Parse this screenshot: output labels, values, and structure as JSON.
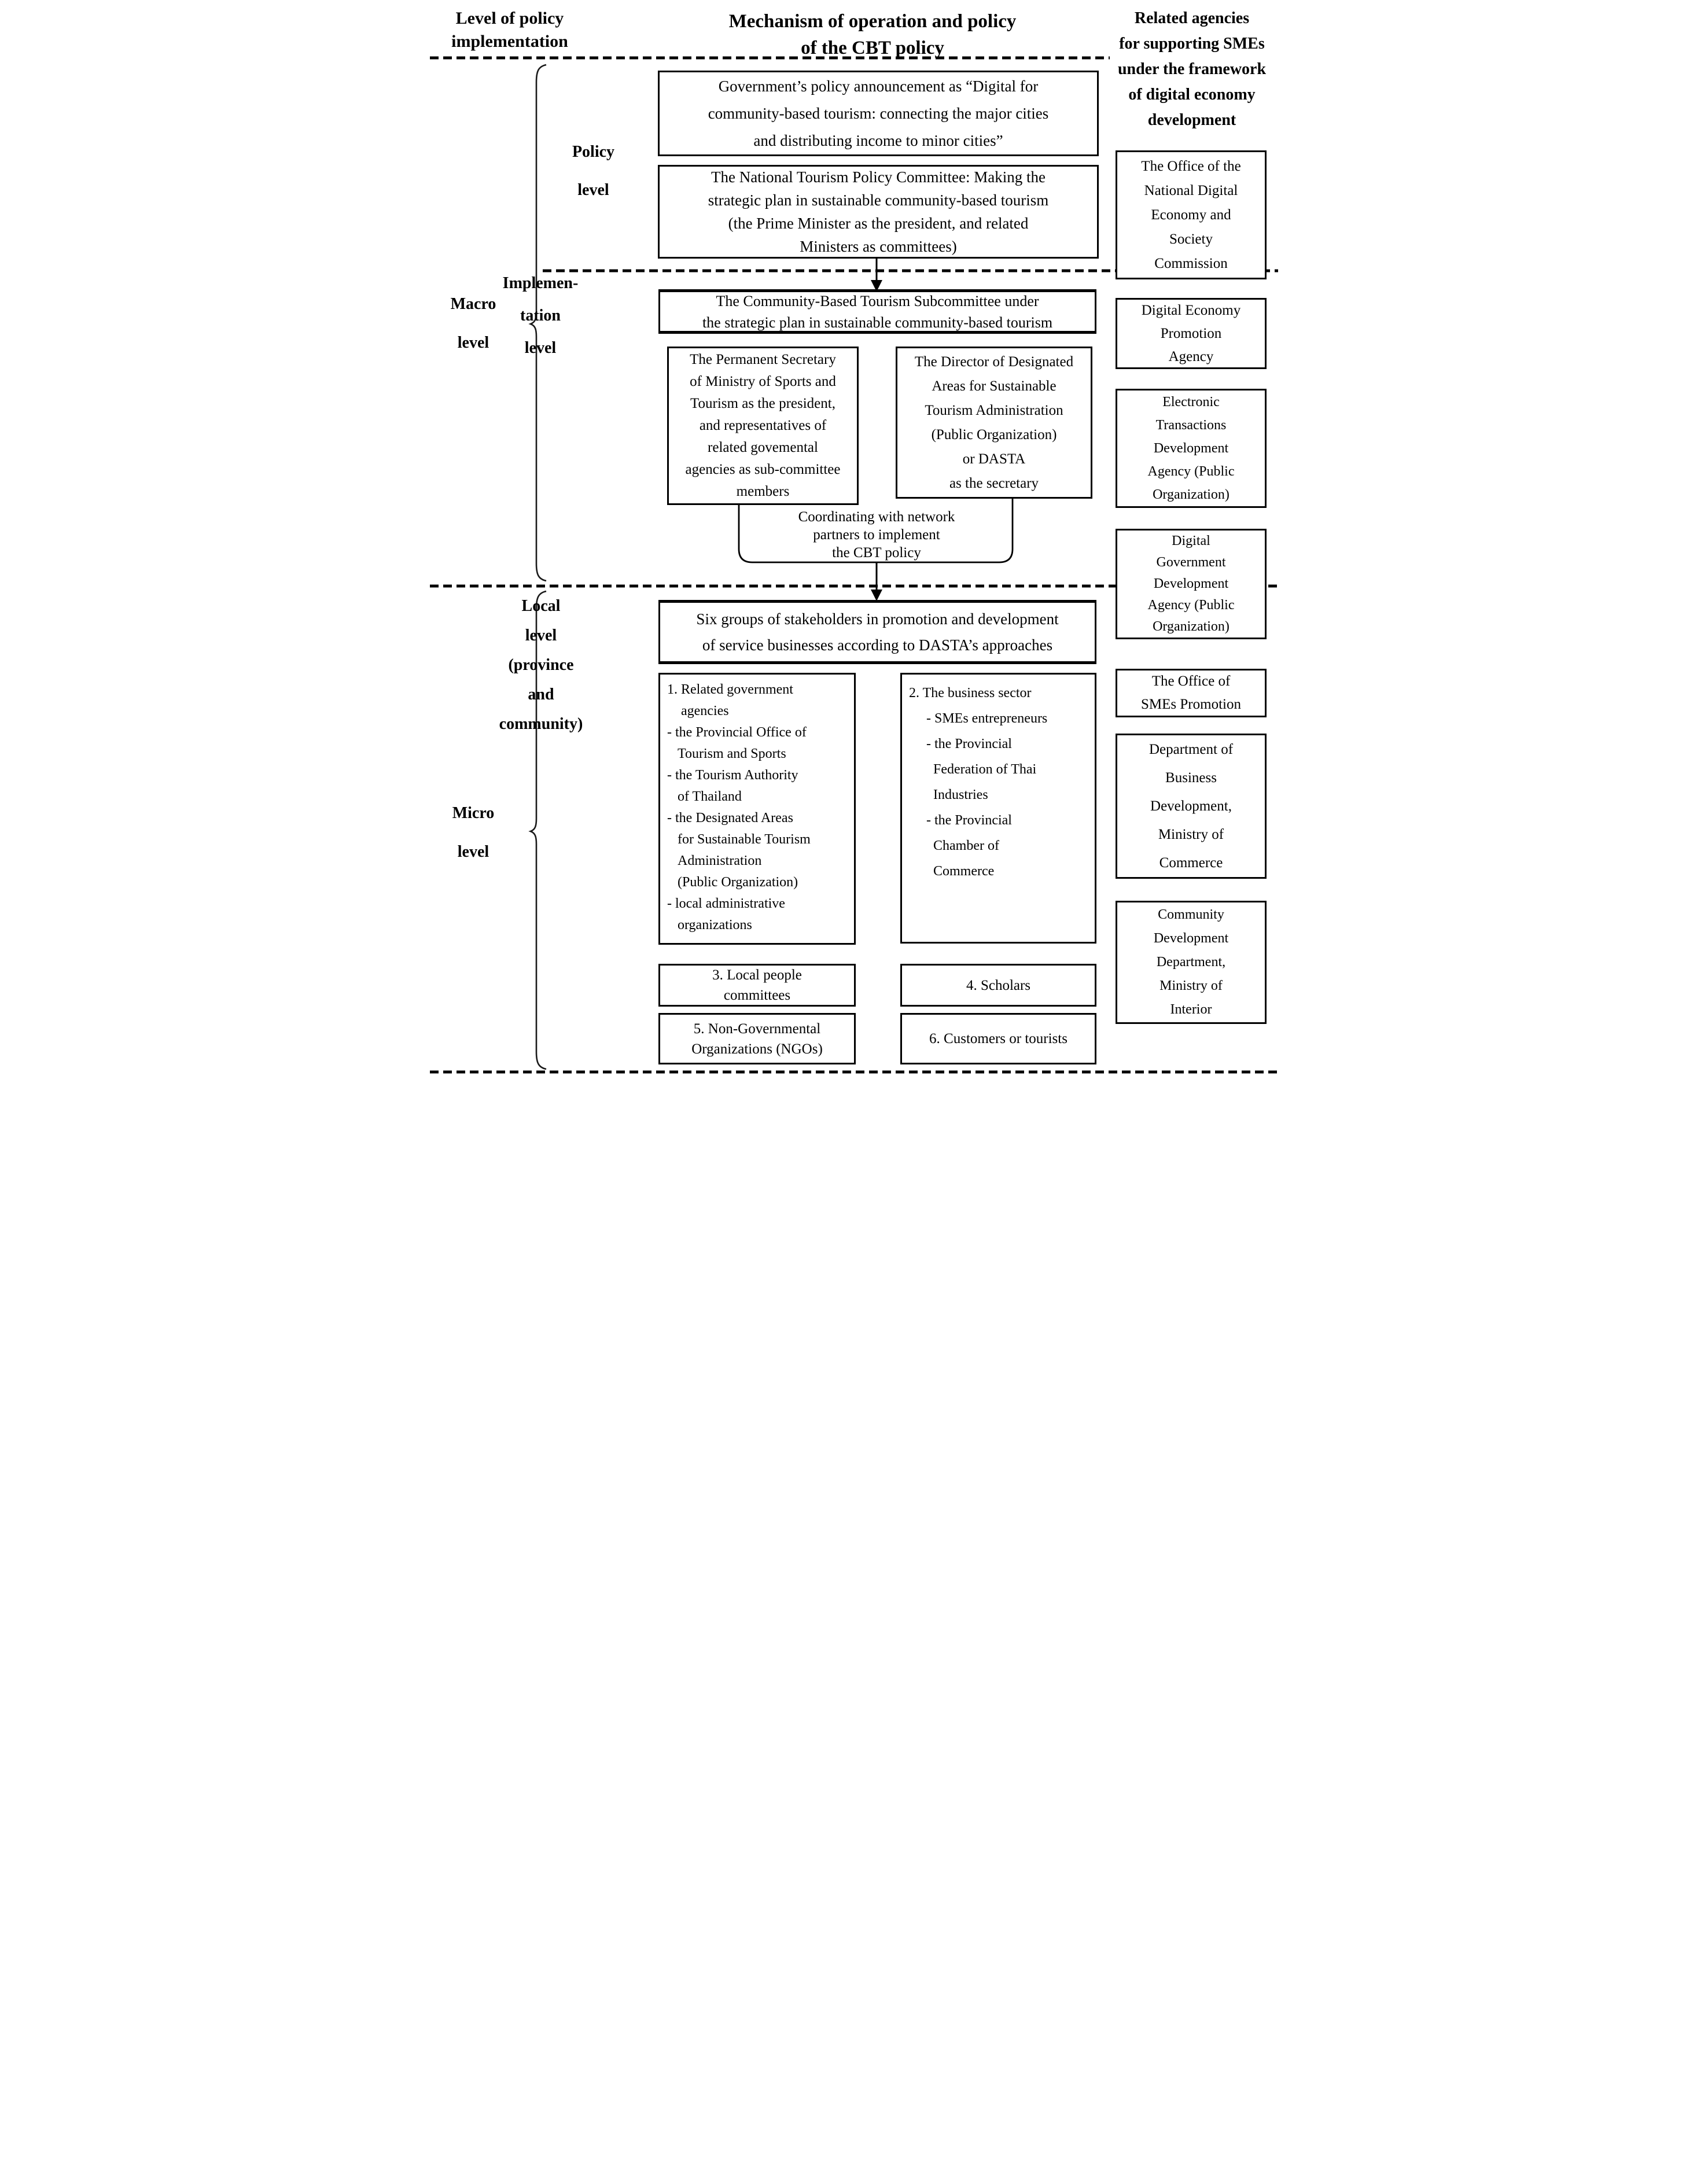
{
  "headers": {
    "left": "Level of policy\nimplementation",
    "center": "Mechanism of operation and policy\nof the CBT policy",
    "right": "Related agencies\nfor supporting SMEs\nunder the framework\nof digital economy\ndevelopment"
  },
  "level_labels": {
    "macro": "Macro\nlevel",
    "micro": "Micro\nlevel",
    "policy": "Policy\nlevel",
    "implementation": "Implemen-\ntation\nlevel",
    "local": "Local\nlevel\n(province\nand\ncommunity)"
  },
  "flow": {
    "gov_announcement": "Government’s policy announcement as “Digital for\ncommunity-based tourism: connecting the major cities\nand distributing income to minor cities”",
    "national_committee": "The National Tourism Policy Committee: Making the\nstrategic plan in sustainable community-based tourism\n(the Prime Minister as the president, and related\nMinisters as committees)",
    "subcommittee": "The Community-Based Tourism Subcommittee under\nthe strategic plan in sustainable community-based tourism",
    "permanent_secretary": "The Permanent Secretary\nof Ministry of Sports and\nTourism as the president,\nand representatives of\nrelated govemental\nagencies as sub-committee\nmembers",
    "dasta_director": "The Director of Designated\nAreas for Sustainable\nTourism Administration\n(Public Organization)\nor DASTA\nas the secretary",
    "coordinating": "Coordinating with network\npartners to implement\nthe CBT policy",
    "six_groups": "Six groups of stakeholders in promotion and development\nof service businesses according to DASTA’s approaches",
    "group1": "1. Related government\n    agencies\n- the Provincial Office of\n   Tourism and Sports\n- the Tourism Authority\n   of Thailand\n- the Designated Areas\n   for Sustainable Tourism\n   Administration\n   (Public Organization)\n- local administrative\n   organizations",
    "group2": "2. The business sector\n     - SMEs entrepreneurs\n     - the Provincial\n       Federation of Thai\n       Industries\n     - the Provincial\n       Chamber of\n       Commerce",
    "group3": "3. Local people\ncommittees",
    "group4": "4. Scholars",
    "group5": "5. Non-Governmental\nOrganizations (NGOs)",
    "group6": "6. Customers or tourists"
  },
  "agencies": [
    {
      "label": "The Office of the\nNational Digital\nEconomy and\nSociety\nCommission"
    },
    {
      "label": "Digital Economy\nPromotion\nAgency"
    },
    {
      "label": "Electronic\nTransactions\nDevelopment\nAgency (Public\nOrganization)"
    },
    {
      "label": "Digital\nGovernment\nDevelopment\nAgency (Public\nOrganization)"
    },
    {
      "label": "The Office of\nSMEs Promotion"
    },
    {
      "label": "Department of\nBusiness\nDevelopment,\nMinistry of\nCommerce"
    },
    {
      "label": "Community\nDevelopment\nDepartment,\nMinistry of\nInterior"
    }
  ],
  "colors": {
    "ink": "#000000",
    "background": "#ffffff"
  }
}
